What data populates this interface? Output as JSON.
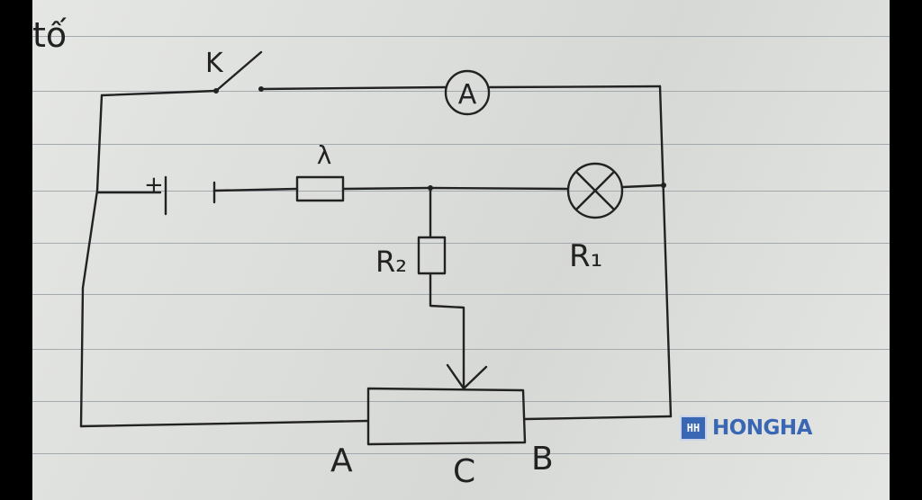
{
  "header": {
    "partial_text": "tố"
  },
  "labels": {
    "switch": "K",
    "ammeter": "A",
    "battery_plus": "+",
    "resistor_lambda": "λ",
    "resistor_r2": "R₂",
    "lamp_r1": "R₁",
    "rheostat_end_a": "A",
    "rheostat_cursor_c": "C",
    "rheostat_end_b": "B"
  },
  "brand": {
    "logo_mark": "HH",
    "logo_text": "HONGHA"
  },
  "colors": {
    "ink": "#222222",
    "paper": "#e2e4e1",
    "brand": "#3a67b4"
  }
}
